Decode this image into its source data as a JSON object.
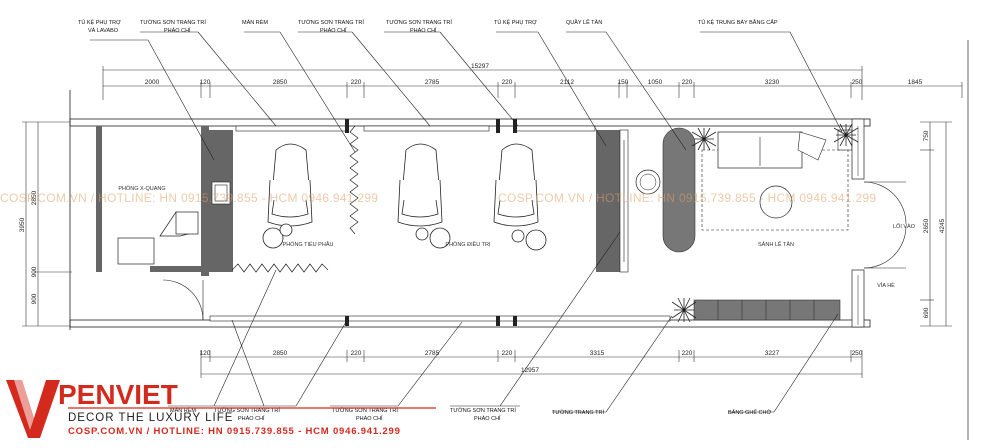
{
  "annotations_top": {
    "cabinet_lavabo": "TỦ KỆ PHỤ TRỢ\nVÀ LAVABO",
    "wall_1": "TƯỜNG SƠN TRANG TRÍ\nPHÁO CHỈ",
    "curtain": "MÀN RÈM",
    "wall_2": "TƯỜNG SƠN TRANG TRÍ\nPHÁO CHỈ",
    "wall_3": "TƯỜNG SƠN TRANG TRÍ\nPHÁO CHỈ",
    "aux_cabinet": "TỦ KỆ PHỤ TRỢ",
    "reception_desk": "QUẦY LỄ TÂN",
    "certificate_shelf": "TỦ KỆ TRUNG BÀY BẰNG CẤP"
  },
  "annotations_bottom": {
    "curtain": "MÀN RÈM",
    "wall_1": "TƯỜNG SƠN TRANG TRÍ\nPHÁO CHỈ",
    "wall_2": "TƯỜNG SƠN TRANG TRÍ\nPHÁO CHỈ",
    "wall_3": "TƯỜNG SƠN TRANG TRÍ\nPHÁO CHỈ",
    "decor_wall": "TƯỜNG TRANG TRÍ",
    "waiting_bench": "BĂNG GHẾ CHỜ"
  },
  "rooms": {
    "xray": "PHÒNG X-QUANG",
    "minor_surgery": "PHÒNG TIỂU PHẪU",
    "treatment": "PHÒNG ĐIỀU TRỊ",
    "lobby": "SẢNH LỄ TÂN",
    "entrance": "LỐI VÀO",
    "sidewalk": "VỈA HÈ"
  },
  "dims_top_total": "15297",
  "dims_top": [
    "2000",
    "120",
    "2850",
    "220",
    "2785",
    "220",
    "2112",
    "150",
    "1050",
    "220",
    "3230",
    "250",
    "1845"
  ],
  "dims_bottom_total": "12957",
  "dims_bottom": [
    "120",
    "2850",
    "220",
    "2785",
    "220",
    "3315",
    "220",
    "3227",
    "250"
  ],
  "dims_left": [
    "3950",
    "2850",
    "900",
    "900"
  ],
  "dims_right": [
    "750",
    "2650",
    "4245",
    "690"
  ],
  "watermark": "COSP.COM.VN / HOTLINE: HN 0915.739.855 - HCM 0946.941.299",
  "logo": {
    "brand": "PENVIET",
    "tagline": "DECOR THE LUXURY LIFE",
    "contact": "COSP.COM.VN / HOTLINE: HN 0915.739.855 - HCM 0946.941.299"
  },
  "colors": {
    "wall": "#666666",
    "cabinet": "#666666",
    "accent_red": "#d42a1e",
    "watermark": "#e0a066"
  }
}
